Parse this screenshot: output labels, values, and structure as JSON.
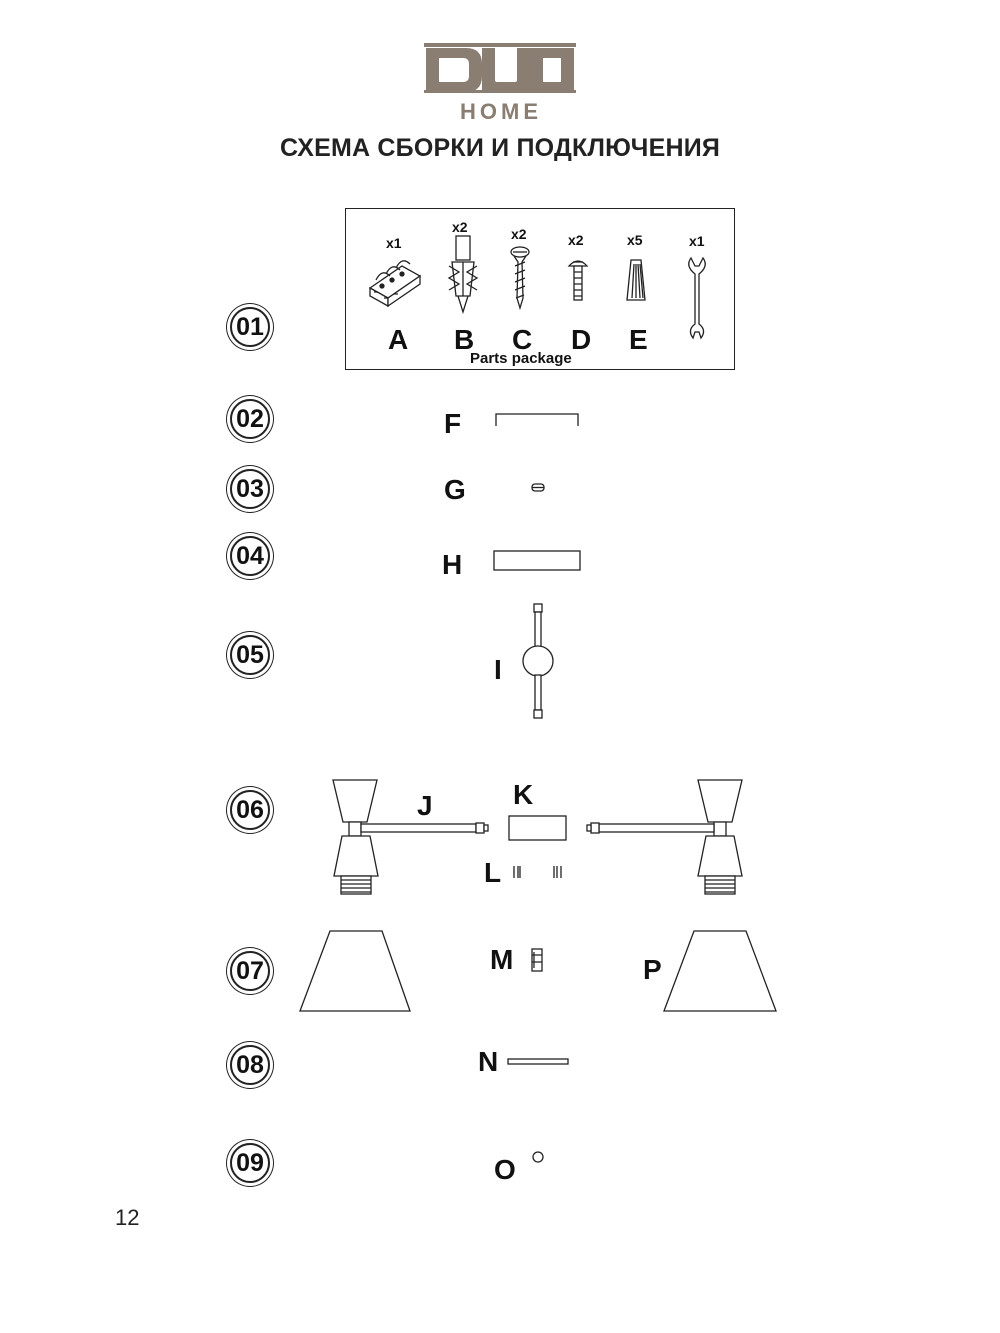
{
  "brand": {
    "name": "DUO",
    "sub": "HOME",
    "color": "#8a7d72"
  },
  "title": "СХЕМА СБОРКИ И ПОДКЛЮЧЕНИЯ",
  "steps": [
    "01",
    "02",
    "03",
    "04",
    "05",
    "06",
    "07",
    "08",
    "09"
  ],
  "package": {
    "label": "Parts package",
    "parts": [
      {
        "letter": "A",
        "qty": "x1",
        "icon": "terminal-block-icon"
      },
      {
        "letter": "B",
        "qty": "x2",
        "icon": "wall-anchor-icon"
      },
      {
        "letter": "C",
        "qty": "x2",
        "icon": "wood-screw-icon"
      },
      {
        "letter": "D",
        "qty": "x2",
        "icon": "machine-screw-icon"
      },
      {
        "letter": "E",
        "qty": "x5",
        "icon": "wire-nut-icon"
      },
      {
        "letter": "",
        "qty": "x1",
        "icon": "wrench-icon"
      }
    ]
  },
  "parts": {
    "F": "F",
    "G": "G",
    "H": "H",
    "I": "I",
    "J": "J",
    "K": "K",
    "L": "L",
    "M": "M",
    "N": "N",
    "O": "O",
    "P": "P"
  },
  "page_number": "12"
}
